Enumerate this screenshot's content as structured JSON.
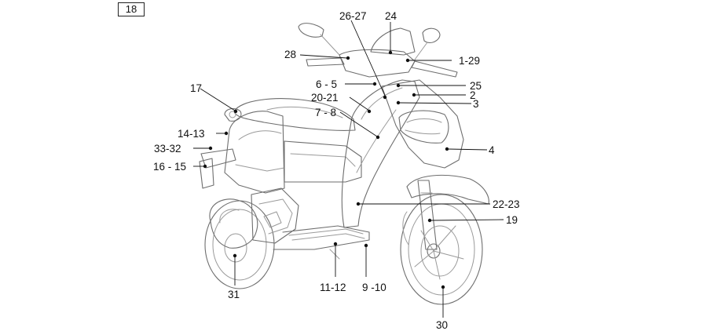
{
  "figure_number": "18",
  "callouts": [
    {
      "id": "c-26-27",
      "text": "26-27"
    },
    {
      "id": "c-24",
      "text": "24"
    },
    {
      "id": "c-28",
      "text": "28"
    },
    {
      "id": "c-1-29",
      "text": "1-29"
    },
    {
      "id": "c-6-5",
      "text": "6 - 5"
    },
    {
      "id": "c-25",
      "text": "25"
    },
    {
      "id": "c-20-21",
      "text": "20-21"
    },
    {
      "id": "c-2",
      "text": "2"
    },
    {
      "id": "c-17",
      "text": "17"
    },
    {
      "id": "c-3",
      "text": "3"
    },
    {
      "id": "c-7-8",
      "text": "7 - 8"
    },
    {
      "id": "c-14-13",
      "text": "14-13"
    },
    {
      "id": "c-33-32",
      "text": "33-32"
    },
    {
      "id": "c-4",
      "text": "4"
    },
    {
      "id": "c-16-15",
      "text": "16 - 15"
    },
    {
      "id": "c-22-23",
      "text": "22-23"
    },
    {
      "id": "c-19",
      "text": "19"
    },
    {
      "id": "c-11-12",
      "text": "11-12"
    },
    {
      "id": "c-9-10",
      "text": "9 -10"
    },
    {
      "id": "c-31",
      "text": "31"
    },
    {
      "id": "c-30",
      "text": "30"
    }
  ]
}
